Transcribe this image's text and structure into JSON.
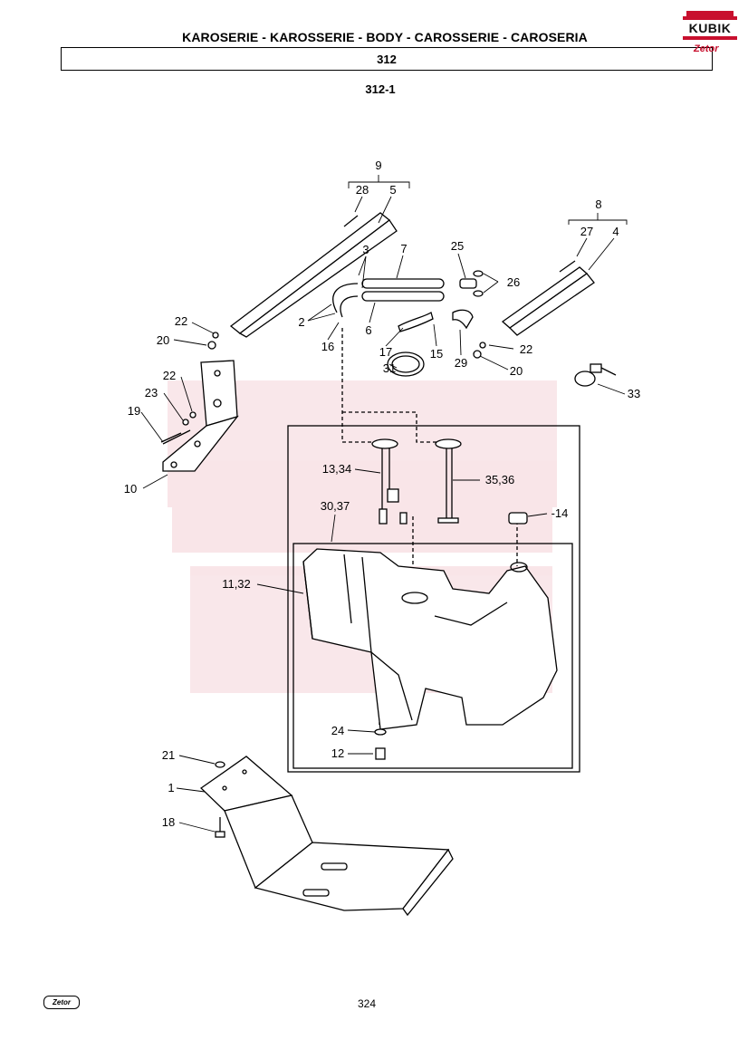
{
  "header": {
    "title": "KAROSERIE - KAROSSERIE - BODY - CAROSSERIE - CAROSERIA",
    "section": "312",
    "subsection": "312-1"
  },
  "brand": {
    "logo_text": "KUBIK",
    "logo_sub": "Zetor",
    "accent": "#c8102e"
  },
  "labels": {
    "l9": "9",
    "l28": "28",
    "l5": "5",
    "l8": "8",
    "l27": "27",
    "l4": "4",
    "l3": "3",
    "l7": "7",
    "l25": "25",
    "l26": "26",
    "l2": "2",
    "l6": "6",
    "l16": "16",
    "l22a": "22",
    "l20a": "20",
    "l17": "17",
    "l15": "15",
    "l29": "29",
    "l22b": "22",
    "l20b": "20",
    "l31": "31",
    "l33": "33",
    "l22c": "22",
    "l23": "23",
    "l19": "19",
    "l10": "10",
    "l1334": "13,34",
    "l3536": "35,36",
    "l3037": "30,37",
    "l14": "-14",
    "l1132": "11,32",
    "l24": "24",
    "l12": "12",
    "l21": "21",
    "l1": "1",
    "l18": "18"
  },
  "footer": {
    "page_number": "324",
    "logo_text": "Zetor"
  }
}
